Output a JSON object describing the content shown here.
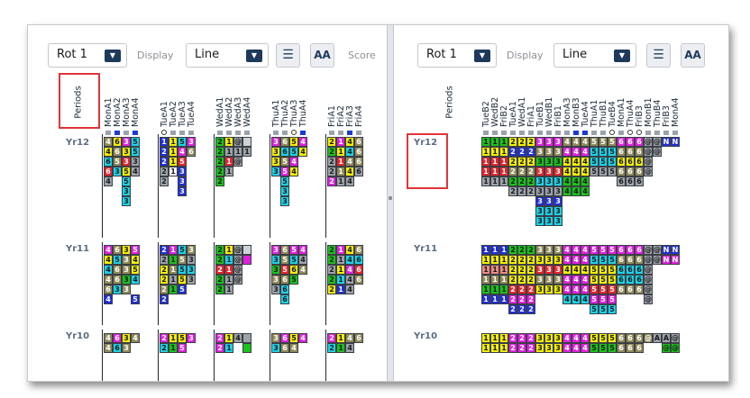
{
  "panels": [
    {
      "id": "left",
      "rot_label": "Rot 1",
      "display_label": "Display",
      "display_value": "Line",
      "score_label": "Score",
      "aa_label": "AA",
      "periods_label": "Periods",
      "column_headers": [
        "MonA1",
        "MonA2",
        "MonA3",
        "MonA4",
        "TueA1",
        "TueA2",
        "TueA3",
        "TueA4",
        "WedA1",
        "WedA2",
        "WedA3",
        "WedA4",
        "ThuA1",
        "ThuA2",
        "ThuA3",
        "ThuA4",
        "FriA1",
        "FriA2",
        "FriA3",
        "FriA4"
      ],
      "markers": [
        "g",
        "b",
        "g",
        "b",
        "o",
        "g",
        "g",
        "g",
        "g",
        "g",
        "g",
        "g",
        "g",
        "g",
        "o",
        "b",
        "g",
        "g",
        "b",
        "g"
      ],
      "years": [
        "Yr12",
        "Yr11",
        "Yr10"
      ]
    },
    {
      "id": "right",
      "rot_label": "Rot 1",
      "display_label": "Display",
      "display_value": "Line",
      "aa_label": "AA",
      "periods_label": "Periods",
      "column_headers": [
        "TueB2",
        "WedB2",
        "FriB2",
        "TueA1",
        "WedA1",
        "FriA1",
        "TueB1",
        "WedB1",
        "FriB1",
        "MonA3",
        "MonB3",
        "TueA4",
        "ThuA1",
        "ThuB1",
        "TueB4",
        "MonA1",
        "ThuA4",
        "FriB3",
        "MonB1",
        "ThuB4",
        "FriB3",
        "MonA4"
      ],
      "markers": [
        "g",
        "g",
        "g",
        "g",
        "g",
        "g",
        "g",
        "g",
        "g",
        "g",
        "b",
        "b",
        "g",
        "g",
        "o",
        "g",
        "o",
        "o",
        "g",
        "g",
        "g",
        "g"
      ],
      "years": [
        "Yr12",
        "Yr11",
        "Yr10"
      ]
    }
  ],
  "colors": {
    "olive": "#8f8a5a",
    "yellow": "#f5ef00",
    "magenta": "#e020e0",
    "cyan": "#19d3e8",
    "red": "#e8232b",
    "green": "#18c418",
    "blue": "#1f2fd8",
    "orange": "#f2a020",
    "salmon": "#f08a80",
    "grey": "#9da3aa",
    "lightgrey": "#cfd3d8",
    "white": "#ffffff",
    "darkgrey": "#6f747a"
  },
  "grid_left": {
    "Yr12": [
      [
        "O4",
        "Y6",
        "M3",
        "C5",
        "",
        "B1",
        "Y1",
        "C5",
        "M3",
        "",
        "G2",
        "Y1",
        "K@",
        "N",
        "",
        "M3",
        "O6",
        "Y5",
        "M4",
        "",
        "Y2",
        "M1",
        "Y4",
        "O6"
      ],
      [
        "Y4",
        "O6",
        "Y3",
        "C5",
        "",
        "B2",
        "Y1",
        "M4",
        "O6",
        "",
        "G2",
        "K1",
        "K1",
        "K1",
        "",
        "Y3",
        "C6",
        "C5",
        "Y4",
        "",
        "G2",
        "Y1",
        "C4",
        "O6"
      ],
      [
        "C6",
        "O5",
        "R3",
        "K3",
        "",
        "B2",
        "Y1",
        "R5",
        "",
        "",
        "G2",
        "R1",
        "K@",
        "",
        "",
        "Y3",
        "O5",
        "M4",
        "",
        "",
        "K2",
        "R1",
        "O4",
        "O6"
      ],
      [
        "R6",
        "C3",
        "Y5",
        "K4",
        "",
        "K2",
        "W1",
        "B3",
        "",
        "",
        "G2",
        "K1",
        "",
        "",
        "",
        "C3",
        "M5",
        "Y4",
        "",
        "",
        "K2",
        "O1",
        "Y4",
        "K6"
      ],
      [
        "K4",
        "",
        "C5",
        "",
        "",
        "K2",
        "",
        "B3",
        "",
        "",
        "G2",
        "",
        "",
        "",
        "",
        "",
        "C5",
        "",
        "",
        "",
        "M2",
        "K1",
        "K4",
        ""
      ],
      [
        "",
        "",
        "C3",
        "",
        "",
        "",
        "",
        "B3",
        "",
        "",
        "",
        "",
        "",
        "",
        "",
        "",
        "C3",
        "",
        "",
        "",
        "",
        "",
        "",
        ""
      ],
      [
        "",
        "",
        "C3",
        "",
        "",
        "",
        "",
        "",
        "",
        "",
        "",
        "",
        "",
        "",
        "",
        "",
        "C3",
        "",
        "",
        "",
        "",
        "",
        "",
        ""
      ]
    ],
    "Yr11": [
      [
        "M4",
        "O6",
        "Y3",
        "M5",
        "",
        "B2",
        "M1",
        "C5",
        "O3",
        "",
        "G2",
        "Y1",
        "K@",
        "N",
        "",
        "M3",
        "O6",
        "M5",
        "M4",
        "",
        "G2",
        "M1",
        "Y4",
        "O6"
      ],
      [
        "Y4",
        "C5",
        "O3",
        "Y4",
        "",
        "K2",
        "G1",
        "O5",
        "K3",
        "",
        "G2",
        "C1",
        "K@",
        "M",
        "",
        "C3",
        "O5",
        "C5",
        "K4",
        "",
        "G2",
        "K1",
        "C4",
        "C6"
      ],
      [
        "C4",
        "O6",
        "O3",
        "Y5",
        "",
        "Y2",
        "O1",
        "C5",
        "C3",
        "",
        "R2",
        "R1",
        "K@",
        "",
        "",
        "G3",
        "R5",
        "Y6",
        "O4",
        "",
        "K2",
        "Y1",
        "M4",
        "R6"
      ],
      [
        "O4",
        "O6",
        "G3",
        "C4",
        "",
        "Y2",
        "K1",
        "Y5",
        "K3",
        "",
        "G2",
        "K1",
        "K@",
        "",
        "",
        "O3",
        "O6",
        "G5",
        "",
        "",
        "G2",
        "C1",
        "K4",
        "O6"
      ],
      [
        "O6",
        "C3",
        "O3",
        "",
        "",
        "O2",
        "G1",
        "B5",
        "",
        "",
        "G2",
        "K1",
        "",
        "",
        "",
        "K3",
        "C6",
        "",
        "",
        "",
        "Y2",
        "B1",
        "K4",
        ""
      ],
      [
        "B4",
        "",
        "",
        "B5",
        "",
        "B2",
        "",
        "",
        "",
        "",
        "",
        "",
        "",
        "",
        "",
        "",
        "C6",
        "",
        "",
        "",
        "",
        "",
        "",
        ""
      ]
    ],
    "Yr10": [
      [
        "O4",
        "M6",
        "Y3",
        "O4",
        "",
        "M2",
        "Y1",
        "Y5",
        "M3",
        "",
        "M2",
        "Y1",
        "K4",
        "@",
        "",
        "O3",
        "M6",
        "Y5",
        "M4",
        "",
        "M2",
        "Y1",
        "O4",
        "O6"
      ],
      [
        "O4",
        "C6",
        "O3",
        "",
        "",
        "C2",
        "G1",
        "M5",
        "",
        "",
        "M2",
        "C1",
        "",
        "G",
        "",
        "C3",
        "O6",
        "O4",
        "",
        "",
        "C2",
        "G1",
        "K4",
        ""
      ]
    ]
  },
  "grid_right": {
    "Yr12": [
      [
        "G1",
        "G1",
        "G1",
        "Y2",
        "Y2",
        "Y2",
        "M3",
        "M3",
        "M3",
        "O4",
        "O4",
        "O4",
        "O5",
        "O5",
        "O5",
        "M6",
        "M6",
        "M6",
        "K@",
        "K@",
        "BN",
        "BN"
      ],
      [
        "Y1",
        "Y1",
        "Y1",
        "B2",
        "B2",
        "B2",
        "O3",
        "O3",
        "O3",
        "M4",
        "M4",
        "M4",
        "C5",
        "C5",
        "C5",
        "O6",
        "O6",
        "O6",
        "K@",
        "K@",
        "",
        ""
      ],
      [
        "R1",
        "R1",
        "R1",
        "Y2",
        "Y2",
        "Y2",
        "G3",
        "G3",
        "G3",
        "Y4",
        "Y4",
        "Y4",
        "C5",
        "C5",
        "C5",
        "Y6",
        "Y6",
        "Y6",
        "K@",
        "",
        "",
        ""
      ],
      [
        "R1",
        "R1",
        "R1",
        "O2",
        "O2",
        "O2",
        "R3",
        "R3",
        "R3",
        "Y4",
        "Y4",
        "Y4",
        "K5",
        "K5",
        "K5",
        "O6",
        "O6",
        "O6",
        "K@",
        "",
        "",
        ""
      ],
      [
        "K1",
        "K1",
        "K1",
        "G2",
        "G2",
        "G2",
        "C3",
        "C3",
        "C3",
        "G4",
        "G4",
        "G4",
        "",
        "",
        "",
        "K6",
        "K6",
        "K6",
        "",
        "",
        "",
        ""
      ],
      [
        "",
        "",
        "",
        "K2",
        "K2",
        "K2",
        "K3",
        "K3",
        "K3",
        "G4",
        "G4",
        "G4",
        "",
        "",
        "",
        "",
        "",
        "",
        "",
        "",
        "",
        ""
      ],
      [
        "",
        "",
        "",
        "",
        "",
        "",
        "B3",
        "B3",
        "B3",
        "",
        "",
        "",
        "",
        "",
        "",
        "",
        "",
        "",
        "",
        "",
        "",
        ""
      ],
      [
        "",
        "",
        "",
        "",
        "",
        "",
        "C3",
        "C3",
        "C3",
        "",
        "",
        "",
        "",
        "",
        "",
        "",
        "",
        "",
        "",
        "",
        "",
        ""
      ],
      [
        "",
        "",
        "",
        "",
        "",
        "",
        "C3",
        "C3",
        "C3",
        "",
        "",
        "",
        "",
        "",
        "",
        "",
        "",
        "",
        "",
        "",
        "",
        ""
      ]
    ],
    "Yr11": [
      [
        "B1",
        "B1",
        "B1",
        "G2",
        "G2",
        "G2",
        "O3",
        "O3",
        "O3",
        "M4",
        "M4",
        "M4",
        "M5",
        "M5",
        "M5",
        "M6",
        "M6",
        "M6",
        "K@",
        "K@",
        "BN",
        "BN"
      ],
      [
        "Y1",
        "Y1",
        "Y1",
        "Y2",
        "Y2",
        "Y2",
        "Y3",
        "Y3",
        "Y3",
        "M4",
        "M4",
        "M4",
        "C5",
        "C5",
        "C5",
        "O6",
        "O6",
        "O6",
        "K@",
        "K@",
        "MN",
        "MN"
      ],
      [
        "P1",
        "P1",
        "P1",
        "Y2",
        "Y2",
        "Y2",
        "R3",
        "R3",
        "R3",
        "Y4",
        "Y4",
        "Y4",
        "Y5",
        "Y5",
        "Y5",
        "C6",
        "C6",
        "C6",
        "K@",
        "",
        "",
        ""
      ],
      [
        "O1",
        "O1",
        "O1",
        "Y2",
        "Y2",
        "Y2",
        "O3",
        "O3",
        "O3",
        "M4",
        "M4",
        "M4",
        "Y5",
        "Y5",
        "Y5",
        "C6",
        "C6",
        "C6",
        "K@",
        "",
        "",
        ""
      ],
      [
        "G1",
        "G1",
        "G1",
        "R2",
        "R2",
        "R2",
        "Y3",
        "Y3",
        "Y3",
        "M4",
        "M4",
        "M4",
        "R5",
        "R5",
        "R5",
        "O6",
        "O6",
        "O6",
        "K@",
        "",
        "",
        ""
      ],
      [
        "B1",
        "B1",
        "B1",
        "M2",
        "M2",
        "M2",
        "",
        "",
        "",
        "C4",
        "C4",
        "C4",
        "M5",
        "M5",
        "M5",
        "",
        "",
        "",
        "K@",
        "",
        "",
        ""
      ],
      [
        "",
        "",
        "",
        "B2",
        "B2",
        "B2",
        "",
        "",
        "",
        "",
        "",
        "",
        "C5",
        "C5",
        "C5",
        "",
        "",
        "",
        "",
        "",
        "",
        ""
      ]
    ],
    "Yr10": [
      [
        "Y1",
        "Y1",
        "Y1",
        "M2",
        "M2",
        "M2",
        "Y3",
        "Y3",
        "Y3",
        "M4",
        "M4",
        "M4",
        "Y5",
        "Y5",
        "Y5",
        "O6",
        "O6",
        "O6",
        "O@",
        "KA",
        "KA",
        "K@"
      ],
      [
        "Y1",
        "Y1",
        "Y1",
        "M2",
        "M2",
        "M2",
        "Y3",
        "Y3",
        "Y3",
        "M4",
        "M4",
        "M4",
        "G5",
        "G5",
        "G5",
        "O6",
        "O6",
        "O6",
        "",
        "",
        "G@",
        "G@"
      ]
    ]
  }
}
